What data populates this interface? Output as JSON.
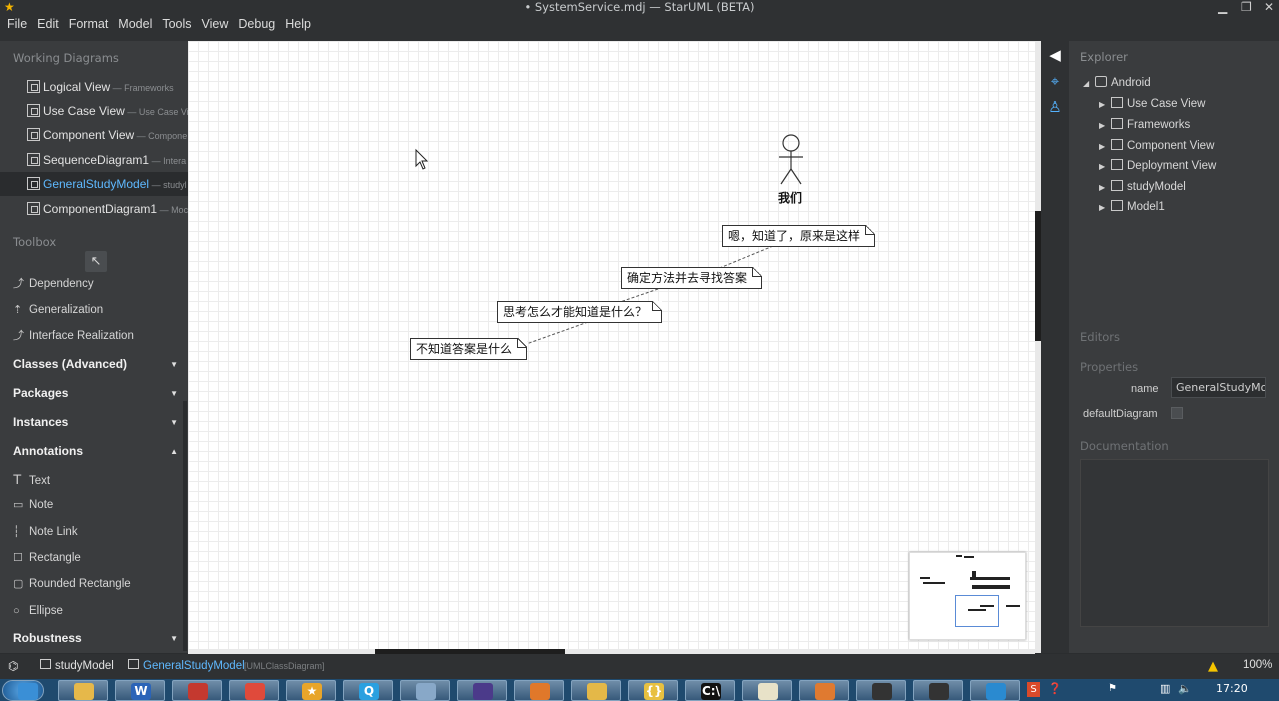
{
  "window": {
    "title": "• SystemService.mdj — StarUML (BETA)"
  },
  "menu": [
    "File",
    "Edit",
    "Format",
    "Model",
    "Tools",
    "View",
    "Debug",
    "Help"
  ],
  "working_diagrams": {
    "header": "Working Diagrams",
    "items": [
      {
        "label": "Logical View",
        "sub": " — Frameworks",
        "icon": "class-diagram-icon"
      },
      {
        "label": "Use Case View",
        "sub": " — Use Case Vie",
        "icon": "usecase-diagram-icon"
      },
      {
        "label": "Component View",
        "sub": " — Compone",
        "icon": "component-diagram-icon"
      },
      {
        "label": "SequenceDiagram1",
        "sub": " — Intera",
        "icon": "sequence-diagram-icon"
      },
      {
        "label": "GeneralStudyModel",
        "sub": " — studyl",
        "icon": "class-diagram-icon",
        "active": true
      },
      {
        "label": "ComponentDiagram1",
        "sub": " — Moc",
        "icon": "component-diagram-icon"
      }
    ]
  },
  "toolbox": {
    "header": "Toolbox",
    "tools_top": [
      "Dependency",
      "Generalization",
      "Interface Realization"
    ],
    "categories": {
      "classes_advanced": "Classes (Advanced)",
      "packages": "Packages",
      "instances": "Instances",
      "annotations": "Annotations",
      "robustness": "Robustness"
    },
    "annotation_tools": [
      "Text",
      "Note",
      "Note Link",
      "Rectangle",
      "Rounded Rectangle",
      "Ellipse"
    ]
  },
  "diagram": {
    "actor_name": "我们",
    "notes": [
      "嗯，知道了，原来是这样",
      "确定方法并去寻找答案",
      "思考怎么才能知道是什么？",
      "不知道答案是什么"
    ]
  },
  "explorer": {
    "header": "Explorer",
    "root": "Android",
    "children": [
      "Use Case View",
      "Frameworks",
      "Component View",
      "Deployment View",
      "studyModel",
      "Model1"
    ]
  },
  "editors": {
    "header": "Editors"
  },
  "properties": {
    "header": "Properties",
    "name_label": "name",
    "name_value": "GeneralStudyMo",
    "default_diagram_label": "defaultDiagram"
  },
  "documentation": {
    "header": "Documentation"
  },
  "statusbar": {
    "path_model": "studyModel",
    "path_diagram": "GeneralStudyModel",
    "diagram_type": "[UMLClassDiagram]",
    "zoom": "100%"
  },
  "taskbar": {
    "clock": "17:20",
    "apps": [
      {
        "icon": "start-orb-icon",
        "glyph": "",
        "color": "#3a8fd6"
      },
      {
        "icon": "explorer-icon",
        "glyph": "",
        "color": "#e6b84a"
      },
      {
        "icon": "word-icon",
        "glyph": "W",
        "color": "#2b64b8"
      },
      {
        "icon": "media-icon",
        "glyph": "",
        "color": "#c4392f"
      },
      {
        "icon": "chrome-icon",
        "glyph": "",
        "color": "#e04a3b"
      },
      {
        "icon": "star-icon",
        "glyph": "★",
        "color": "#e8a52a"
      },
      {
        "icon": "qq-icon",
        "glyph": "Q",
        "color": "#2aa0e0"
      },
      {
        "icon": "compass-icon",
        "glyph": "",
        "color": "#88a8c8"
      },
      {
        "icon": "eclipse-icon",
        "glyph": "",
        "color": "#4b3a8a"
      },
      {
        "icon": "firefox-icon",
        "glyph": "",
        "color": "#e0782a"
      },
      {
        "icon": "paint-icon",
        "glyph": "",
        "color": "#e4b848"
      },
      {
        "icon": "brackets-icon",
        "glyph": "{}",
        "color": "#e8c040"
      },
      {
        "icon": "cmd-icon",
        "glyph": "C:\\",
        "color": "#111111"
      },
      {
        "icon": "notepad-icon",
        "glyph": "",
        "color": "#e8e2c8"
      },
      {
        "icon": "slides-icon",
        "glyph": "",
        "color": "#e07a30"
      },
      {
        "icon": "box-icon",
        "glyph": "",
        "color": "#333333"
      },
      {
        "icon": "box2-icon",
        "glyph": "",
        "color": "#333333"
      },
      {
        "icon": "media-center-icon",
        "glyph": "",
        "color": "#2a8ad0"
      }
    ]
  }
}
